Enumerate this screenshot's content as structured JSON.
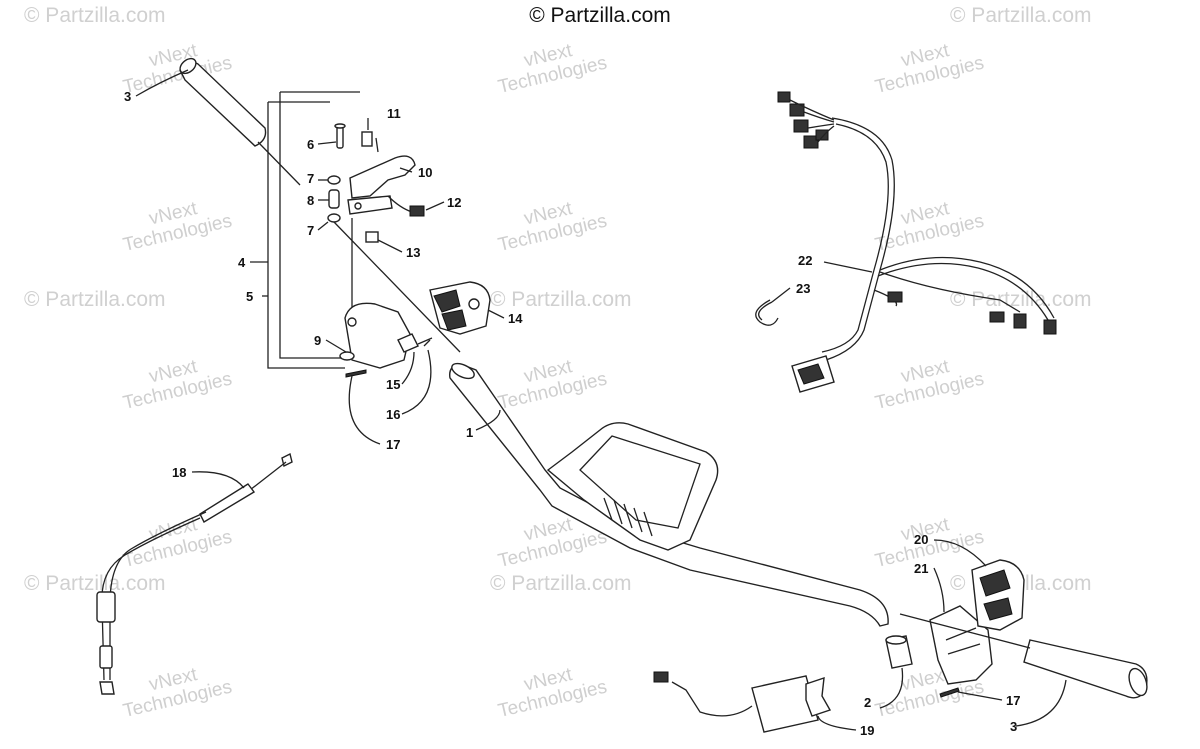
{
  "copyright": "© Partzilla.com",
  "watermark": {
    "partzilla": "© Partzilla.com",
    "vnext_line1": "vNext",
    "vnext_line2": "Technologies"
  },
  "callouts": {
    "c1": "1",
    "c2": "2",
    "c3a": "3",
    "c3b": "3",
    "c4": "4",
    "c5": "5",
    "c6": "6",
    "c7a": "7",
    "c7b": "7",
    "c8": "8",
    "c9": "9",
    "c10": "10",
    "c11": "11",
    "c12": "12",
    "c13": "13",
    "c14": "14",
    "c15": "15",
    "c16": "16",
    "c17a": "17",
    "c17b": "17",
    "c18": "18",
    "c19": "19",
    "c20": "20",
    "c21": "21",
    "c22": "22",
    "c23": "23"
  },
  "colors": {
    "line": "#222222",
    "watermark": "#d0d0d0",
    "background": "#ffffff"
  }
}
